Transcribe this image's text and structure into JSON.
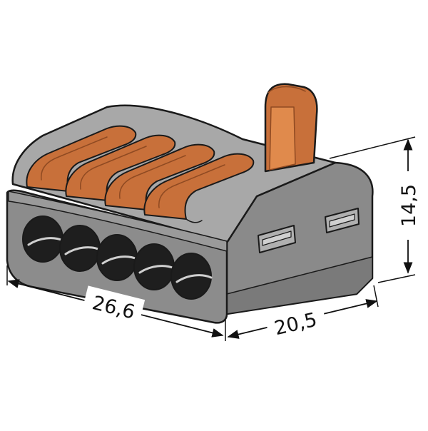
{
  "dimensions": {
    "length": "26,6",
    "depth": "20,5",
    "height": "14,5"
  },
  "colors": {
    "housing_front": "#8c8c8c",
    "housing_side": "#8a8a8a",
    "housing_top": "#a8a8a8",
    "lever": "#c8703a",
    "lever_light": "#e08a4c",
    "lever_dark": "#8f4a22",
    "outline": "#1a1a1a",
    "hole": "#1e1e1e"
  },
  "icons": [
    "wago-lever-connector-illustration",
    "dimension-arrow-icon"
  ],
  "lever_count": 5,
  "wire_entry_count": 5
}
